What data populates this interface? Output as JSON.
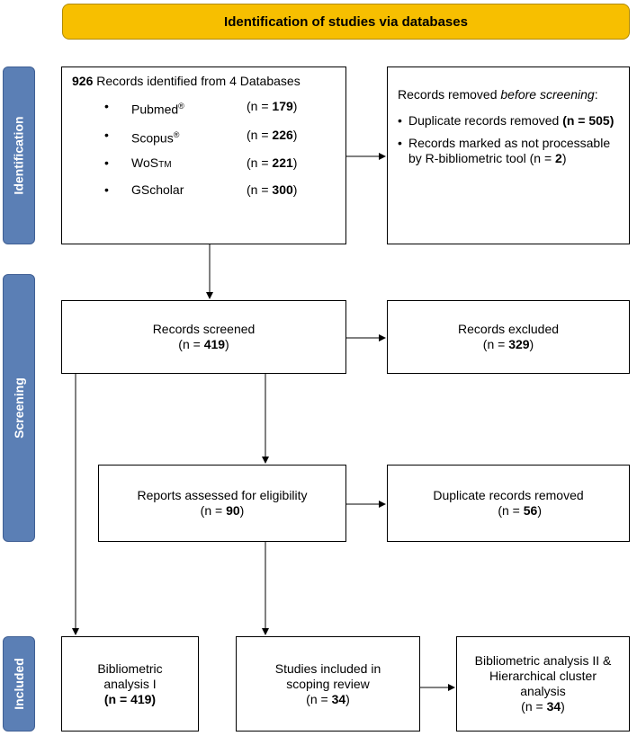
{
  "header": {
    "title": "Identification of studies via databases"
  },
  "phases": {
    "identification": "Identification",
    "screening": "Screening",
    "included": "Included"
  },
  "identified": {
    "count": "926",
    "label": " Records identified from 4 Databases",
    "databases": [
      {
        "name": "Pubmed",
        "mark": "®",
        "count": "179"
      },
      {
        "name": "Scopus",
        "mark": "®",
        "count": "226"
      },
      {
        "name": "WoS",
        "mark": "TM",
        "count": "221"
      },
      {
        "name": "GScholar",
        "mark": "",
        "count": "300"
      }
    ]
  },
  "removed_before": {
    "title_part1": "Records removed ",
    "title_italic": "before screening",
    "title_part2": ":",
    "items": [
      {
        "text": "Duplicate records removed ",
        "value": "(n = 505)"
      },
      {
        "text": "Records marked as not processable by R-bibliometric tool ",
        "value_pre": "(n = ",
        "value": "2",
        "value_post": ")"
      }
    ]
  },
  "screened": {
    "label": "Records screened",
    "value": "419"
  },
  "excluded": {
    "label": "Records excluded",
    "value": "329"
  },
  "assessed": {
    "label": "Reports assessed for eligibility",
    "value": "90"
  },
  "duplicates": {
    "label": "Duplicate records removed",
    "value": "56"
  },
  "biblio1": {
    "label": "Bibliometric analysis I",
    "value": "419"
  },
  "scoping": {
    "label": "Studies included in scoping review",
    "value": "34"
  },
  "biblio2": {
    "label": "Bibliometric analysis II & Hierarchical cluster analysis",
    "value": "34"
  }
}
